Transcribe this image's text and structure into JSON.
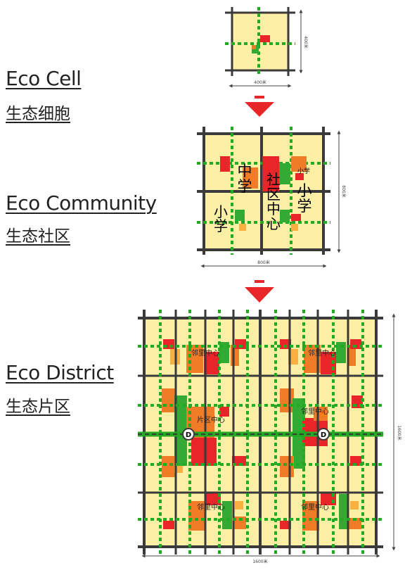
{
  "labels": {
    "cell_en": "Eco Cell",
    "cell_cn": "生态细胞",
    "community_en": "Eco Community",
    "community_cn": "生态社区",
    "district_en": "Eco District",
    "district_cn": "生态片区"
  },
  "cell": {
    "dim_width": "400米",
    "dim_height": "400米"
  },
  "community": {
    "middle_school": "中学",
    "community_center": "社区中心",
    "primary_school_large": "小学",
    "primary_school_small": "小学",
    "primary_school_left": "小学",
    "dim_width": "800米",
    "dim_height": "800米"
  },
  "district": {
    "neighborhood_center": "邻里中心",
    "district_center": "片区中心",
    "station_symbol": "D",
    "dim_width": "1600米",
    "dim_height": "1600米"
  },
  "colors": {
    "block_fill": "#fdf0a6",
    "road": "#3a3a3a",
    "green_axis": "#22aa22",
    "green_space": "#33aa33",
    "orange": "#f07c28",
    "red": "#e8262a",
    "light_orange": "#f8b040",
    "arrow": "#e8262a"
  }
}
